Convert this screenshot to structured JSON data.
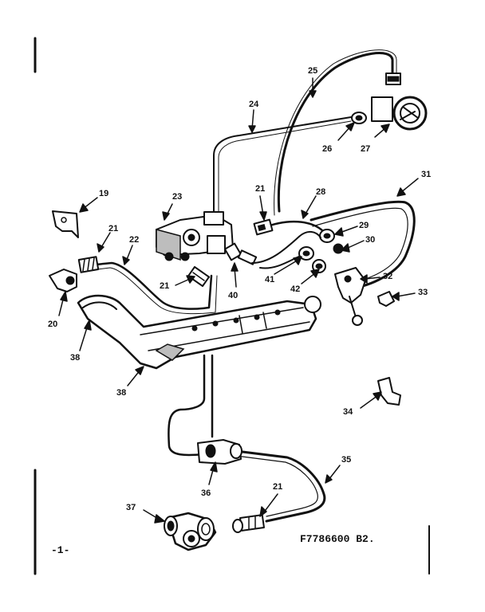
{
  "diagram": {
    "callouts": [
      {
        "id": "c24",
        "label": "24"
      },
      {
        "id": "c25",
        "label": "25"
      },
      {
        "id": "c26",
        "label": "26"
      },
      {
        "id": "c27",
        "label": "27"
      },
      {
        "id": "c19",
        "label": "19"
      },
      {
        "id": "c23",
        "label": "23"
      },
      {
        "id": "c21a",
        "label": "21"
      },
      {
        "id": "c28",
        "label": "28"
      },
      {
        "id": "c31",
        "label": "31"
      },
      {
        "id": "c21b",
        "label": "21"
      },
      {
        "id": "c22",
        "label": "22"
      },
      {
        "id": "c29",
        "label": "29"
      },
      {
        "id": "c30",
        "label": "30"
      },
      {
        "id": "c32",
        "label": "32"
      },
      {
        "id": "c33",
        "label": "33"
      },
      {
        "id": "c21c",
        "label": "21"
      },
      {
        "id": "c40",
        "label": "40"
      },
      {
        "id": "c41",
        "label": "41"
      },
      {
        "id": "c42",
        "label": "42"
      },
      {
        "id": "c20",
        "label": "20"
      },
      {
        "id": "c38a",
        "label": "38"
      },
      {
        "id": "c38b",
        "label": "38"
      },
      {
        "id": "c34",
        "label": "34"
      },
      {
        "id": "c35",
        "label": "35"
      },
      {
        "id": "c36",
        "label": "36"
      },
      {
        "id": "c21d",
        "label": "21"
      },
      {
        "id": "c37",
        "label": "37"
      }
    ]
  },
  "footer": {
    "page_number": "-1-",
    "drawing_code": "F7786600 B2."
  },
  "colors": {
    "ink": "#111111",
    "paper": "#ffffff"
  }
}
